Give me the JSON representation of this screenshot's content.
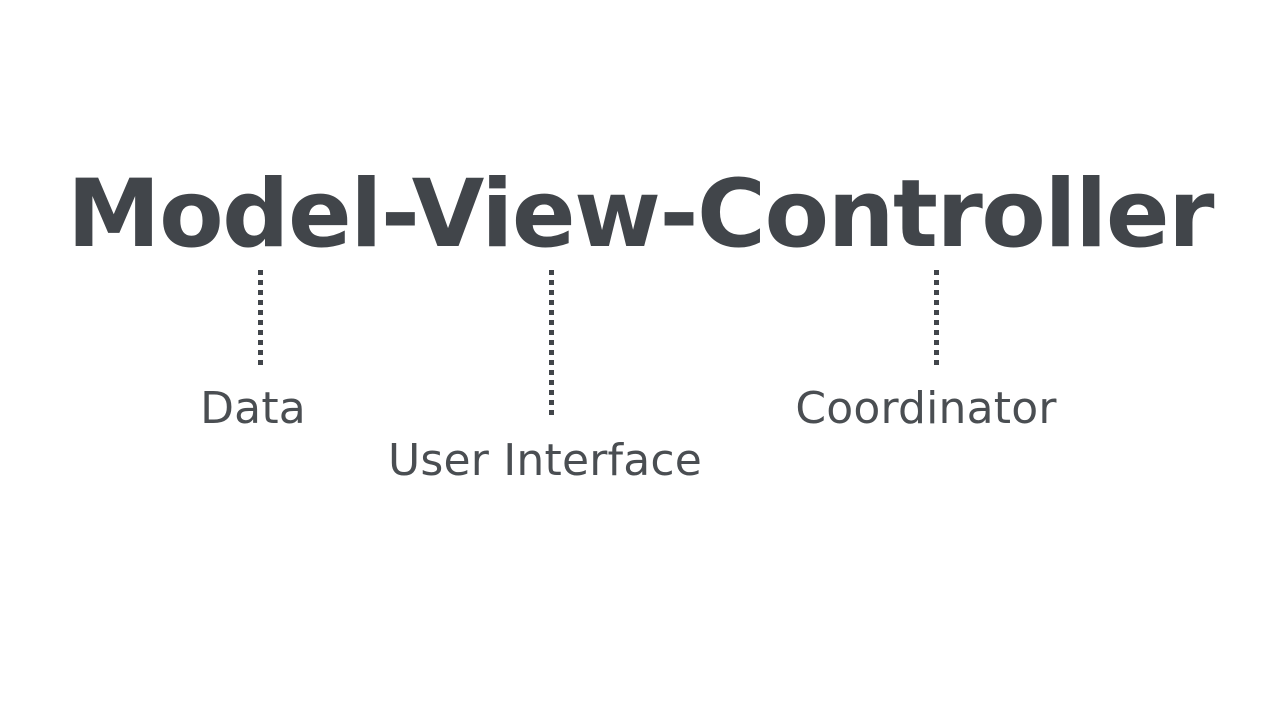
{
  "slide": {
    "background_color": "#ffffff",
    "text_color": "#41454a",
    "title": "Model-View-Controller",
    "title_parts": [
      "Model",
      "View",
      "Controller"
    ],
    "labels": [
      {
        "id": "model",
        "text": "Data",
        "maps_to": "Model"
      },
      {
        "id": "view",
        "text": "User Interface",
        "maps_to": "View"
      },
      {
        "id": "controller",
        "text": "Coordinator",
        "maps_to": "Controller"
      }
    ],
    "connectors": [
      {
        "id": "model",
        "style": "dotted"
      },
      {
        "id": "view",
        "style": "dotted"
      },
      {
        "id": "controller",
        "style": "dotted"
      }
    ]
  }
}
